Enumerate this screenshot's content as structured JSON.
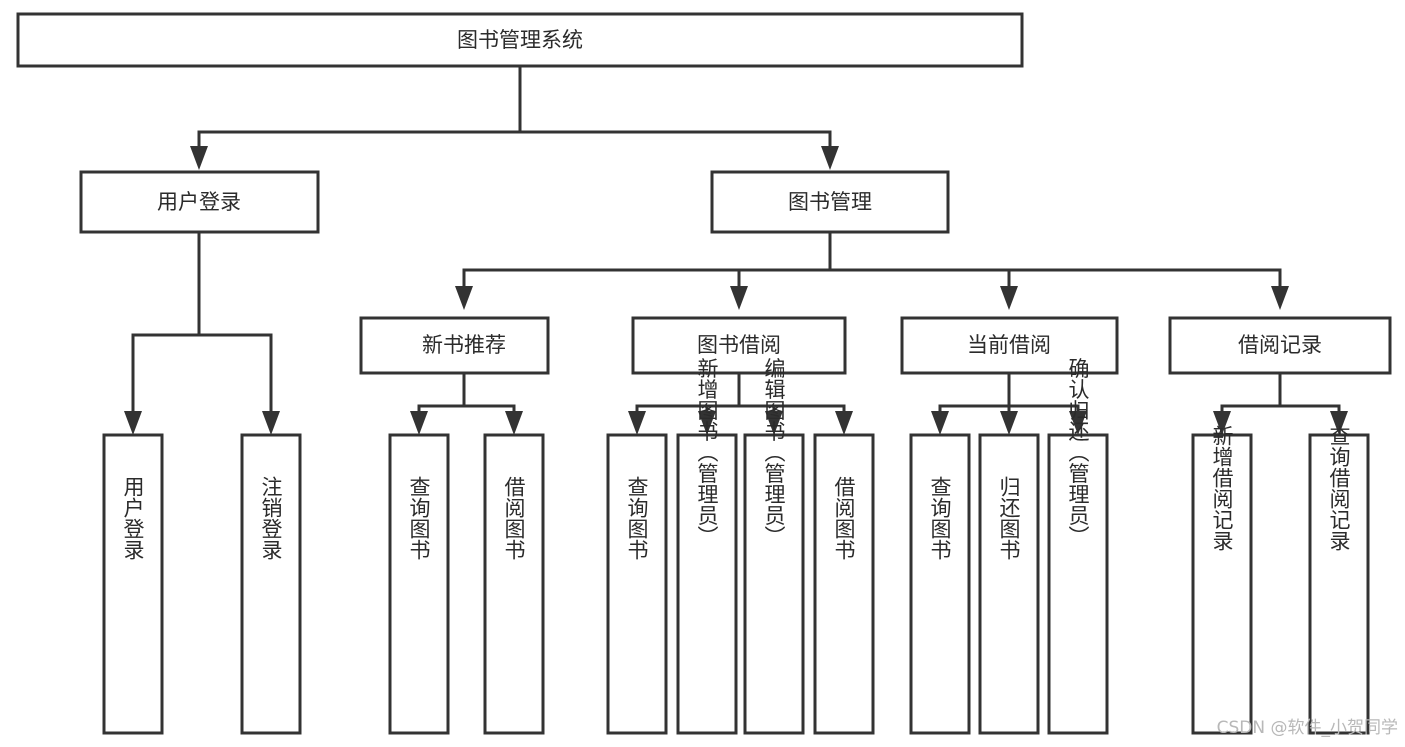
{
  "diagram": {
    "title": "图书管理系统",
    "type": "hierarchy-tree",
    "orientation": "top-down",
    "colors": {
      "box_fill": "#ffffff",
      "box_stroke": "#333333",
      "connector": "#333333",
      "text": "#2b2b2b",
      "watermark": "#b8b8b8"
    },
    "root": {
      "label": "图书管理系统"
    },
    "level2": [
      {
        "label": "用户登录"
      },
      {
        "label": "图书管理"
      }
    ],
    "level3": [
      {
        "label": "新书推荐"
      },
      {
        "label": "图书借阅"
      },
      {
        "label": "当前借阅"
      },
      {
        "label": "借阅记录"
      }
    ],
    "leaves": {
      "user_login": [
        {
          "label": "用户登录"
        },
        {
          "label": "注销登录"
        }
      ],
      "new_book_recommend": [
        {
          "label": "查询图书"
        },
        {
          "label": "借阅图书"
        }
      ],
      "book_borrow": [
        {
          "label": "查询图书"
        },
        {
          "label": "新增图书（管理员）"
        },
        {
          "label": "编辑图书（管理员）"
        },
        {
          "label": "借阅图书"
        }
      ],
      "current_borrow": [
        {
          "label": "查询图书"
        },
        {
          "label": "归还图书"
        },
        {
          "label": "确认归还（管理员）"
        }
      ],
      "borrow_record": [
        {
          "label": "新增借阅记录"
        },
        {
          "label": "查询借阅记录"
        }
      ]
    }
  },
  "watermark": {
    "text": "CSDN @软件_小贺同学"
  }
}
